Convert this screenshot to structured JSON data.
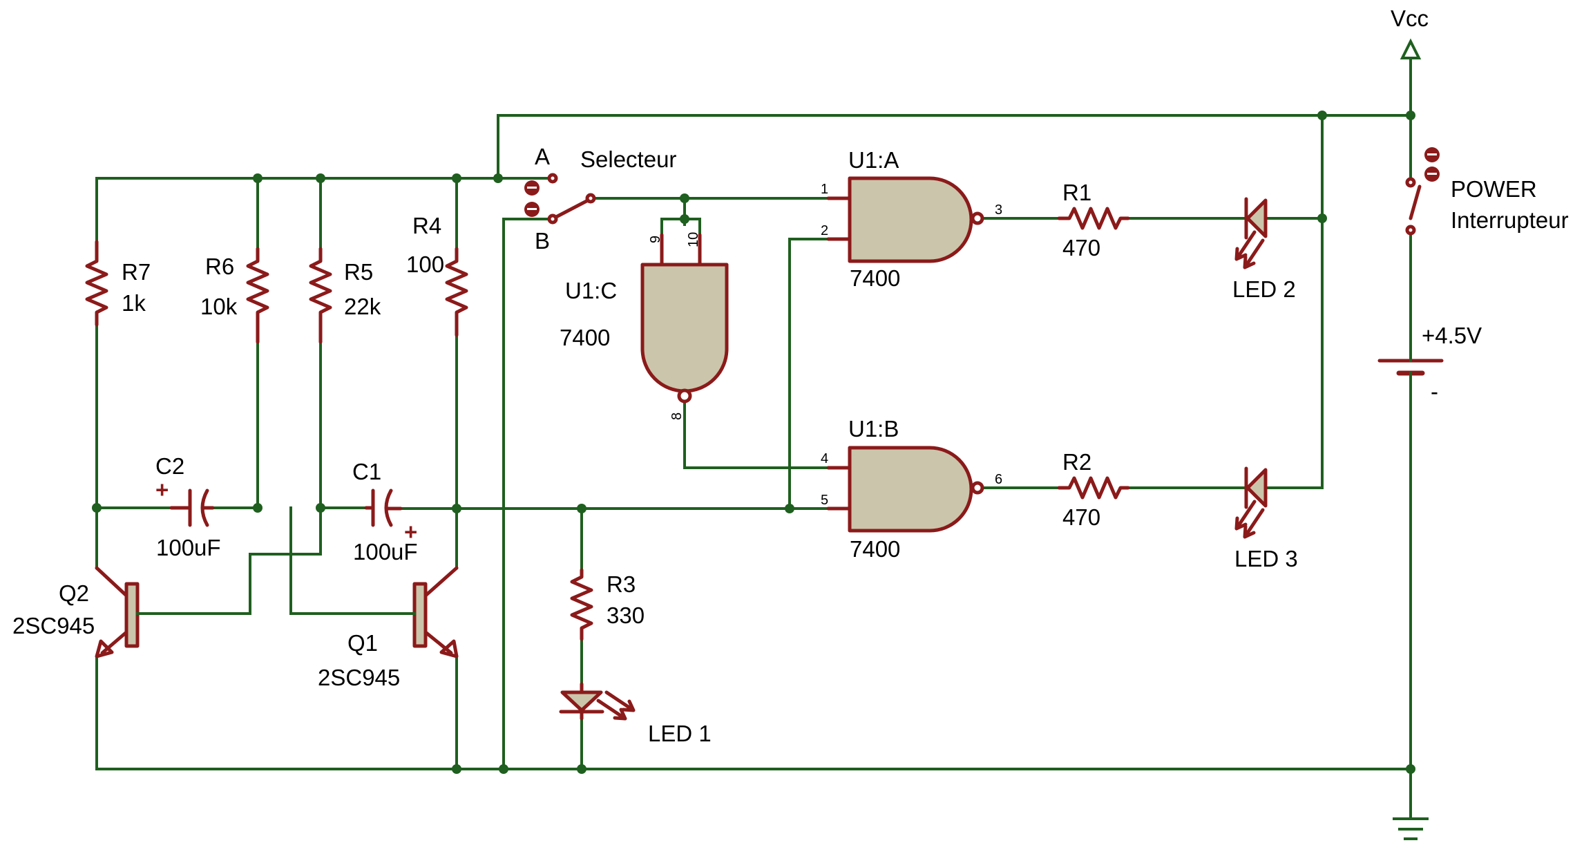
{
  "labels": {
    "vcc": "Vcc",
    "power": "POWER",
    "interrupteur": "Interrupteur",
    "battery": "+4.5V",
    "battery_minus": "-",
    "selector": "Selecteur",
    "sel_a": "A",
    "sel_b": "B",
    "r7_name": "R7",
    "r7_value": "1k",
    "r6_name": "R6",
    "r6_value": "10k",
    "r5_name": "R5",
    "r5_value": "22k",
    "r4_name": "R4",
    "r4_value": "100",
    "c2_name": "C2",
    "c2_value": "100uF",
    "c2_plus": "+",
    "c1_name": "C1",
    "c1_value": "100uF",
    "c1_plus": "+",
    "q2_name": "Q2",
    "q2_value": "2SC945",
    "q1_name": "Q1",
    "q1_value": "2SC945",
    "r3_name": "R3",
    "r3_value": "330",
    "led1": "LED 1",
    "u1c_name": "U1:C",
    "u1c_value": "7400",
    "u1a_name": "U1:A",
    "u1a_value": "7400",
    "u1b_name": "U1:B",
    "u1b_value": "7400",
    "r1_name": "R1",
    "r1_value": "470",
    "r2_name": "R2",
    "r2_value": "470",
    "led2": "LED 2",
    "led3": "LED 3",
    "pin_1": "1",
    "pin_2": "2",
    "pin_3": "3",
    "pin_4": "4",
    "pin_5": "5",
    "pin_6": "6",
    "pin_8": "8",
    "pin_9": "9",
    "pin_10": "10"
  },
  "colors": {
    "wire": "#1f5f1f",
    "component": "#8b1a1a",
    "gate_fill": "#cbc5ab"
  }
}
